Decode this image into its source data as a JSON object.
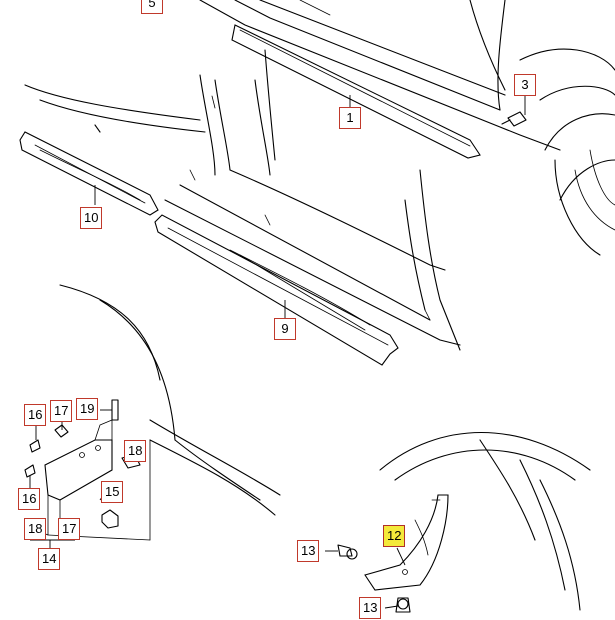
{
  "colors": {
    "line": "#000000",
    "callout_border": "#c0392b",
    "highlight_fill": "#f4e93a",
    "background": "#ffffff"
  },
  "callouts": {
    "c5": "5",
    "c1": "1",
    "c3": "3",
    "c10": "10",
    "c9": "9",
    "c16a": "16",
    "c17a": "17",
    "c19": "19",
    "c18a": "18",
    "c16b": "16",
    "c15": "15",
    "c18b": "18",
    "c17b": "17",
    "c14": "14",
    "c12": "12",
    "c13a": "13",
    "c13b": "13"
  }
}
